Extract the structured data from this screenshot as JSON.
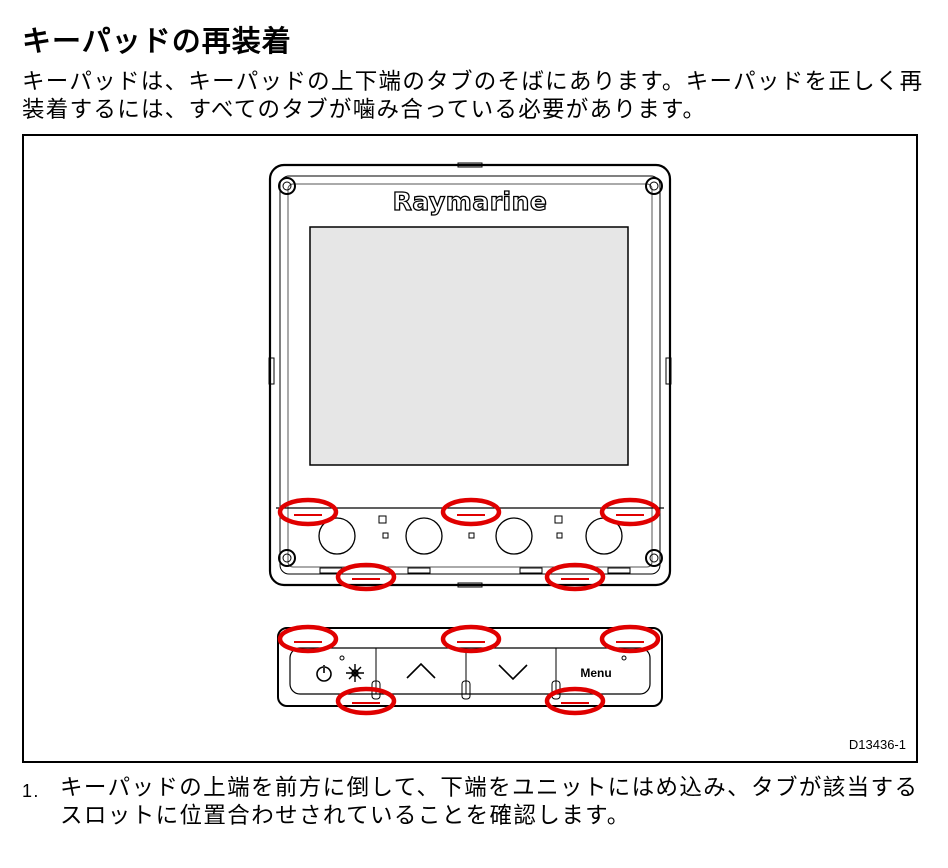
{
  "heading": "キーパッドの再装着",
  "intro": "キーパッドは、キーパッドの上下端のタブのそばにあります。キーパッドを正しく再装着するには、すべてのタブが噛み合っている必要があります。",
  "figure": {
    "brand_logo": "Raymarine",
    "menu_label": "Menu",
    "code": "D13436-1",
    "highlight_color": "#e00000"
  },
  "steps": [
    {
      "number": "1.",
      "text": "キーパッドの上端を前方に倒して、下端をユニットにはめ込み、タブが該当するスロットに位置合わせされていることを確認します。"
    }
  ]
}
